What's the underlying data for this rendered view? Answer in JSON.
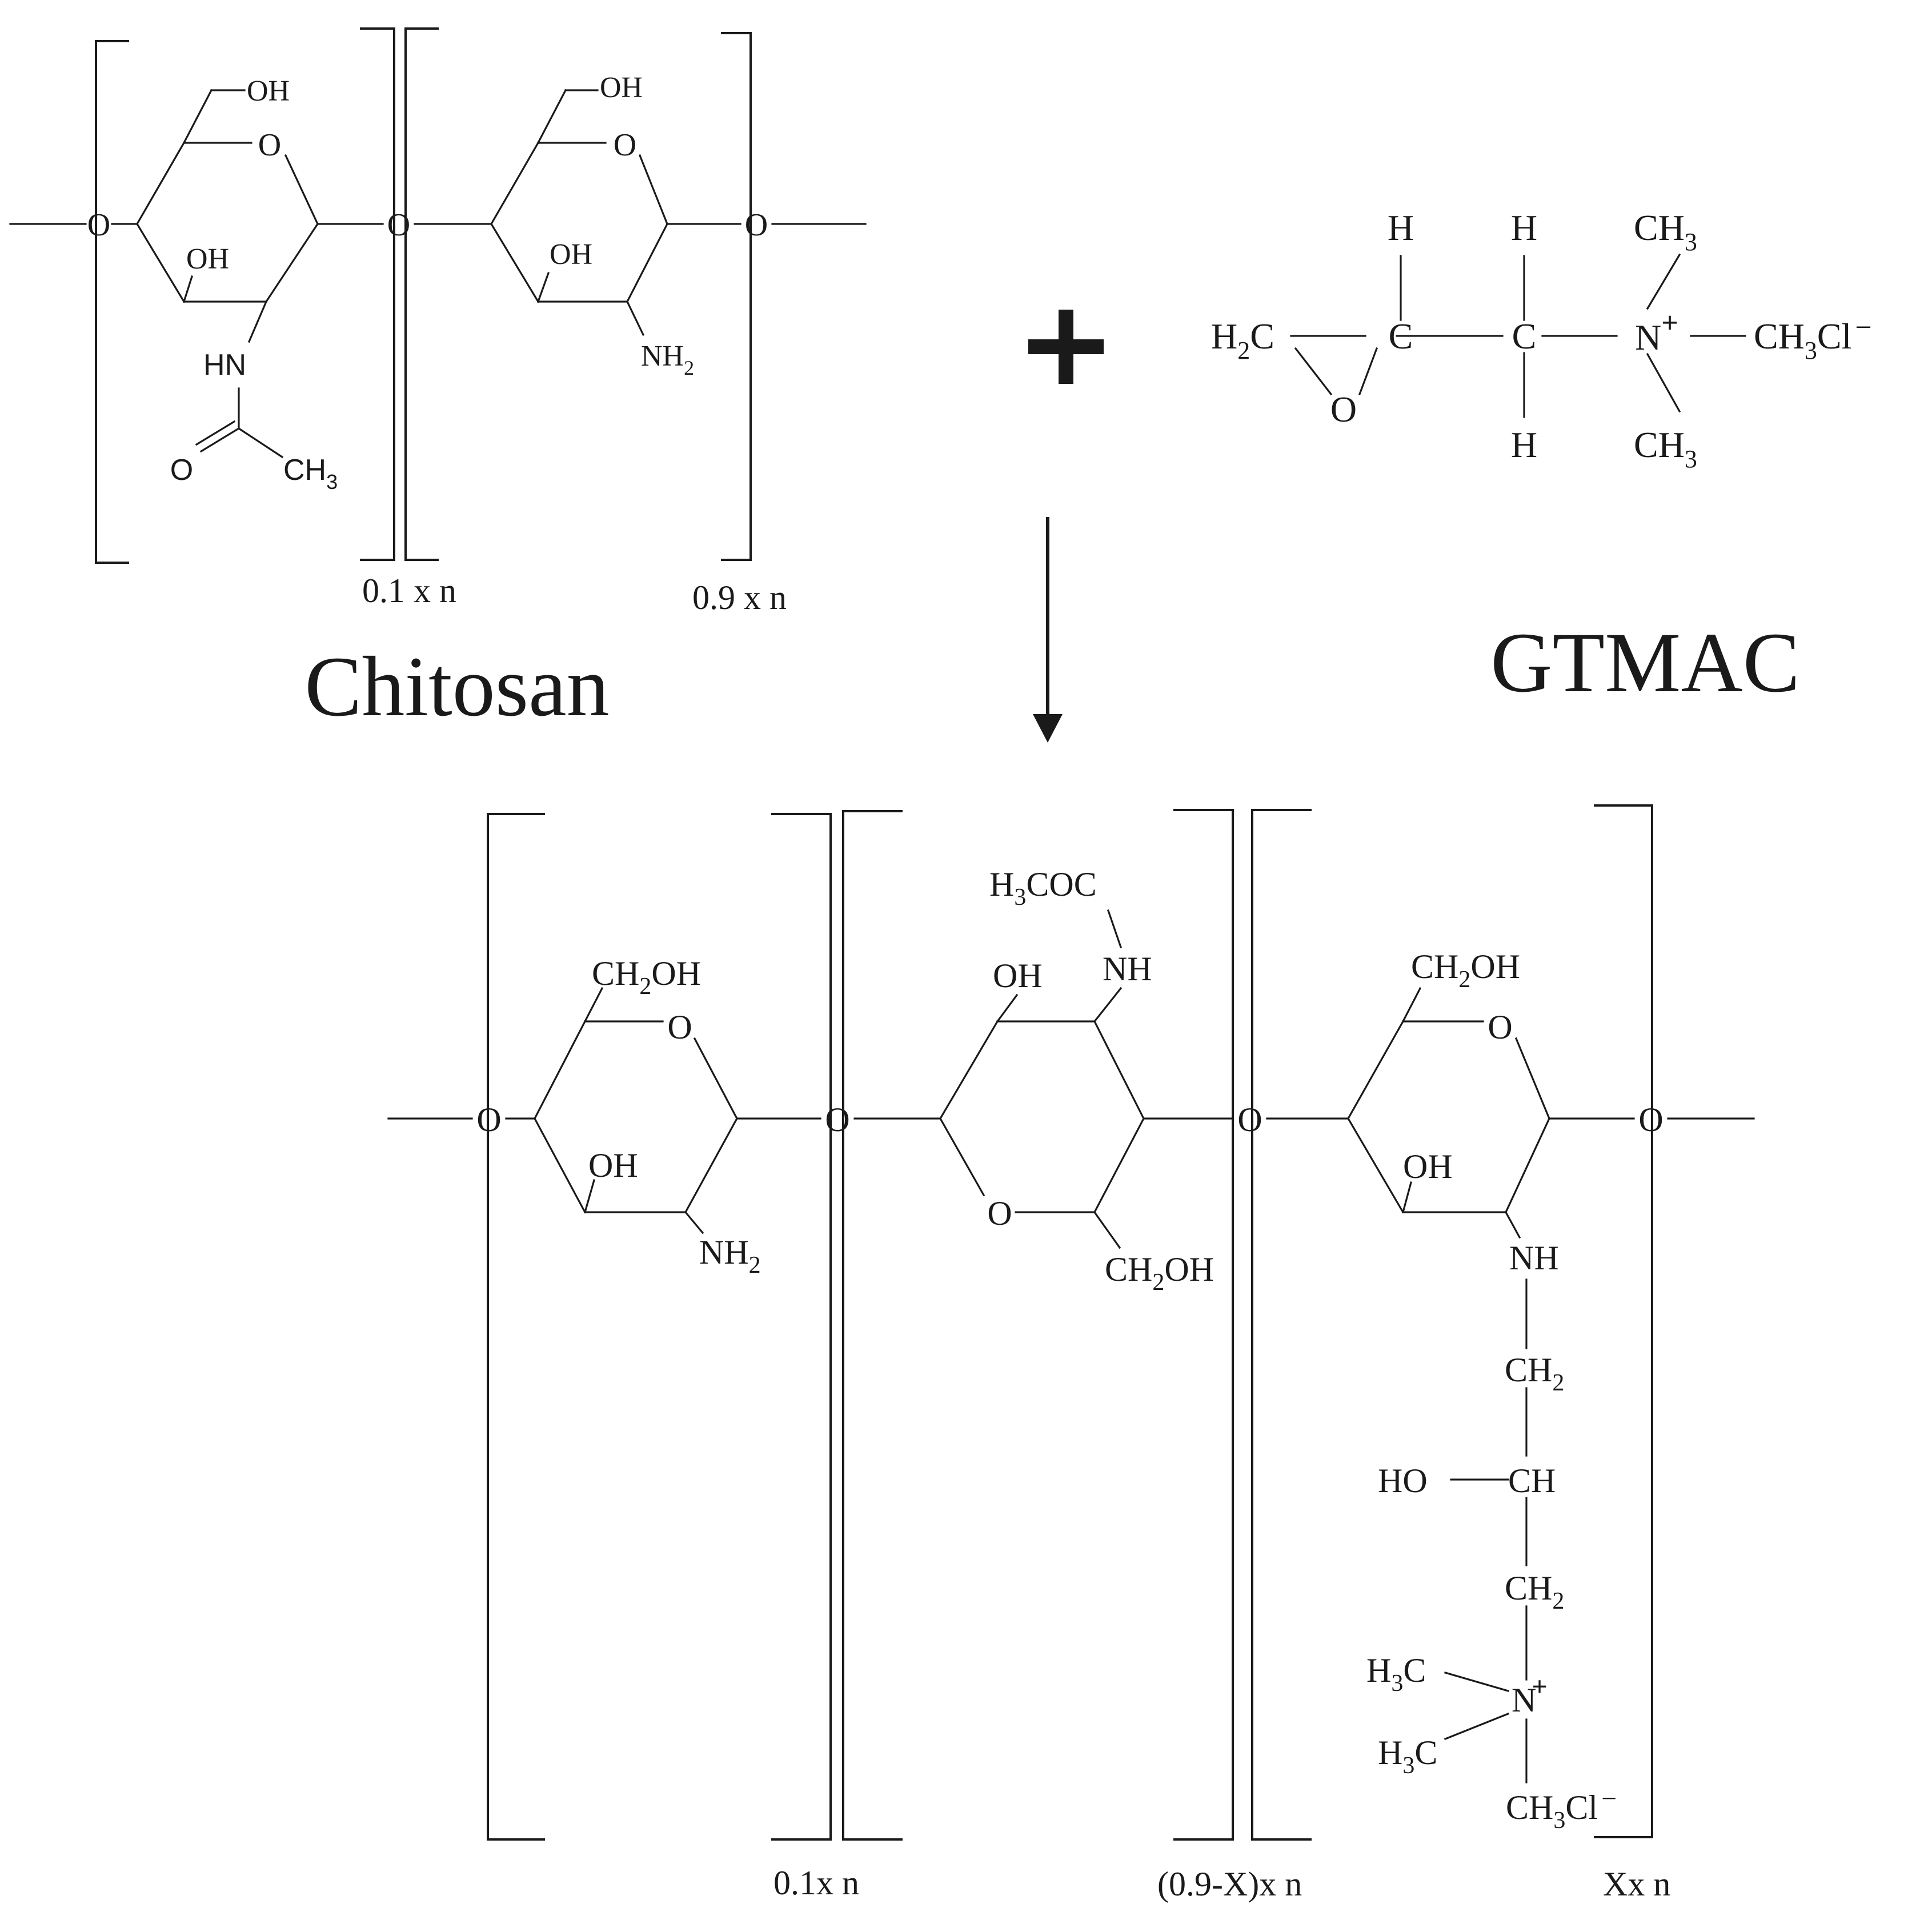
{
  "reactants": {
    "chitosan": {
      "name": "Chitosan",
      "unit_left": {
        "oh_top": "OH",
        "ring_o": "O",
        "oh_ring": "OH",
        "hn": "HN",
        "carbonyl_o": "O",
        "methyl": "CH",
        "methyl_sub": "3",
        "repeat": "0.1 x n"
      },
      "unit_right": {
        "oh_top": "OH",
        "ring_o": "O",
        "oh_ring": "OH",
        "nh2": "NH",
        "nh2_sub": "2",
        "repeat": "0.9 x n"
      },
      "linker_o": "O"
    },
    "plus": "+",
    "gtmac": {
      "name": "GTMAC",
      "h": "H",
      "c": "C",
      "n": "N",
      "charge_plus": "+",
      "h2c": "H",
      "h2c_sub": "2",
      "h2c_tail": "C",
      "epoxide_o": "O",
      "ch3": "CH",
      "ch3_sub": "3",
      "ch3cl": "Cl",
      "charge_minus": "−"
    }
  },
  "product": {
    "linker_o": "O",
    "unit_1": {
      "ch2oh_a": "CH",
      "ch2oh_sub": "2",
      "ch2oh_b": "OH",
      "ring_o": "O",
      "oh": "OH",
      "nh2": "NH",
      "nh2_sub": "2",
      "repeat": "0.1x n"
    },
    "unit_2": {
      "h3coc_a": "H",
      "h3coc_sub": "3",
      "h3coc_b": "COC",
      "nh": "NH",
      "oh": "OH",
      "ring_o": "O",
      "ch2oh_a": "CH",
      "ch2oh_sub": "2",
      "ch2oh_b": "OH",
      "repeat": "(0.9-X)x n"
    },
    "unit_3": {
      "ch2oh_a": "CH",
      "ch2oh_sub": "2",
      "ch2oh_b": "OH",
      "ring_o": "O",
      "oh": "OH",
      "nh": "NH",
      "ch2_a": "CH",
      "ch2_sub": "2",
      "ho": "HO",
      "ch": "CH",
      "h3c_a": "H",
      "h3c_sub": "3",
      "h3c_b": "C",
      "n": "N",
      "charge_plus": "+",
      "ch3cl_a": "CH",
      "ch3cl_sub": "3",
      "ch3cl_b": "Cl",
      "charge_minus": "−",
      "repeat": "Xx n"
    }
  }
}
